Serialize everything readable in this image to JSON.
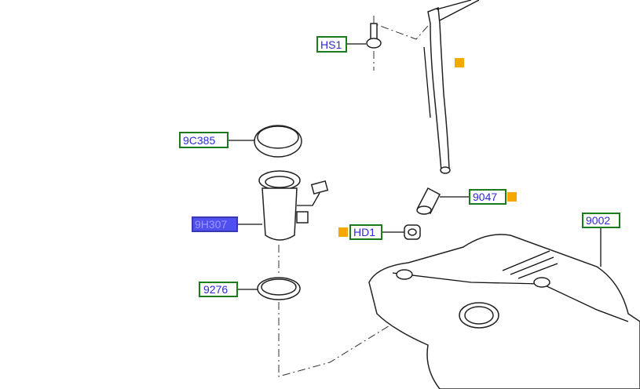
{
  "diagram": {
    "callouts": [
      {
        "id": "HS1",
        "label": "HS1",
        "selected": false
      },
      {
        "id": "9C385",
        "label": "9C385",
        "selected": false
      },
      {
        "id": "9H307",
        "label": "9H307",
        "selected": true
      },
      {
        "id": "9276",
        "label": "9276",
        "selected": false
      },
      {
        "id": "HD1",
        "label": "HD1",
        "selected": false
      },
      {
        "id": "9047",
        "label": "9047",
        "selected": false
      },
      {
        "id": "9002",
        "label": "9002",
        "selected": false
      }
    ],
    "colors": {
      "label_border": "#1d7a1d",
      "label_text": "#2b2bd6",
      "selected_fill": "#5050f0",
      "marker": "#f5a800"
    }
  }
}
